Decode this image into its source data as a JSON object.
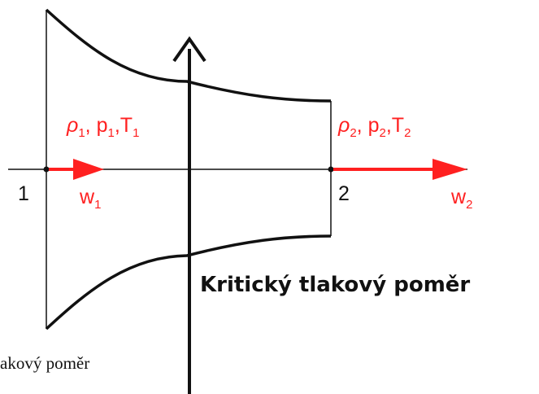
{
  "diagram": {
    "inlet": {
      "section": "1",
      "state": {
        "rho": "ρ",
        "rho_sub": "1",
        "p": "p",
        "p_sub": "1",
        "T": "T",
        "T_sub": "1"
      },
      "velocity": {
        "w": "w",
        "w_sub": "1"
      }
    },
    "outlet": {
      "section": "2",
      "state": {
        "rho": "ρ",
        "rho_sub": "2",
        "p": "p",
        "p_sub": "2",
        "T": "T",
        "T_sub": "2"
      },
      "velocity": {
        "w": "w",
        "w_sub": "2"
      }
    },
    "title": "Kritický tlakový poměr",
    "caption_fragment": "akový poměr"
  },
  "colors": {
    "flow": "#ff2020",
    "outline": "#111111"
  }
}
